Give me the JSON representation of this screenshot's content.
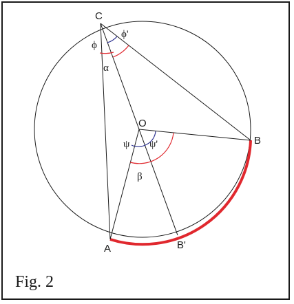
{
  "caption": "Fig. 2",
  "colors": {
    "arc_highlight": "#e0282e",
    "angle_blue": "#2a2f8f",
    "line": "#1a1a1a"
  },
  "points": {
    "C": "C",
    "O": "O",
    "B": "B",
    "A": "A",
    "B_prime": "B'"
  },
  "angles": {
    "phi": "ϕ",
    "phi_prime": "ϕ'",
    "alpha": "α",
    "psi": "ψ",
    "psi_prime": "ψ'",
    "beta": "β"
  }
}
